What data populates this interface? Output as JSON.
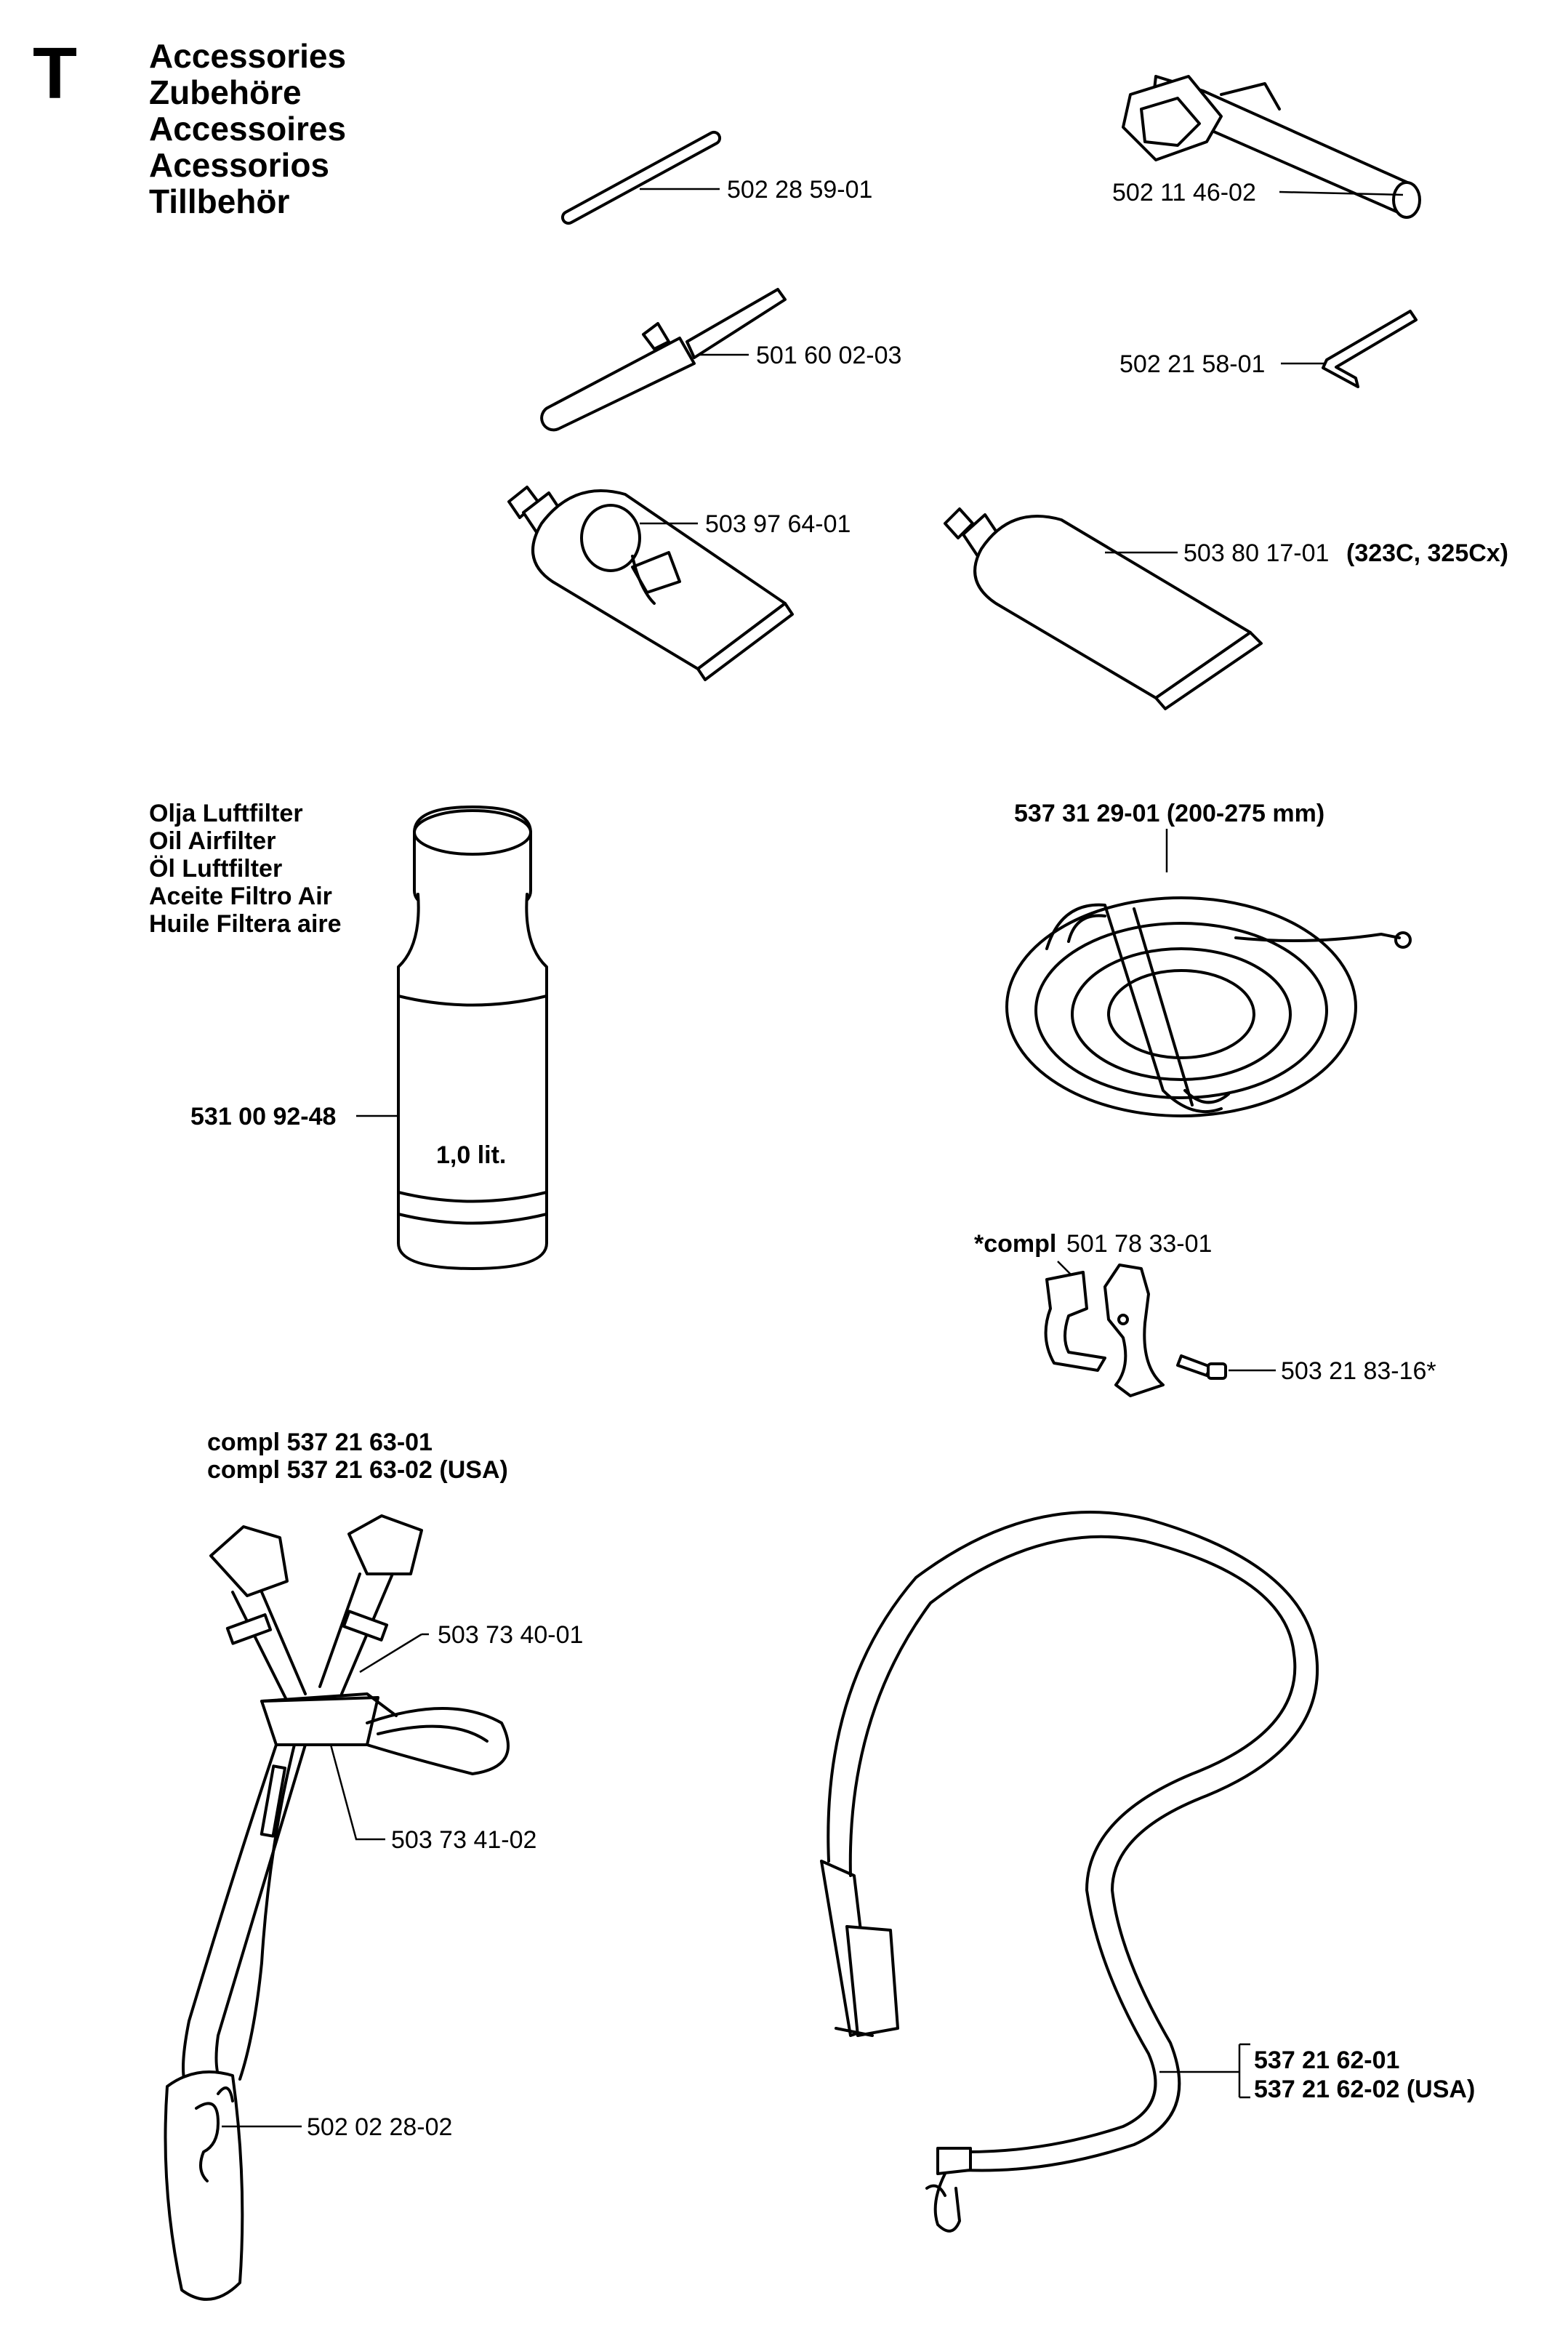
{
  "section": {
    "letter": "T",
    "titles": [
      "Accessories",
      "Zubehöre",
      "Accessoires",
      "Acessorios",
      "Tillbehör"
    ]
  },
  "parts": {
    "p1": "502 28 59-01",
    "p2": "502 11 46-02",
    "p3": "501 60 02-03",
    "p4": "502 21 58-01",
    "p5": "503 97 64-01",
    "p6": "503 80 17-01",
    "p6_note": "(323C, 325Cx)",
    "oil_names": [
      "Olja Luftfilter",
      "Oil Airfilter",
      "Öl Luftfilter",
      "Aceite Filtro Air",
      "Huile Filtera aire"
    ],
    "oil_part": "531 00 92-48",
    "oil_volume": "1,0 lit.",
    "guard": "537 31 29-01 (200-275 mm)",
    "clamp_prefix": "*compl",
    "clamp_part": "501 78 33-01",
    "screw": "503 21 83-16*",
    "harness_1": "compl 537 21 63-01",
    "harness_2": "compl 537 21 63-02 (USA)",
    "buckle_a": "503 73 40-01",
    "buckle_b": "503 73 41-02",
    "hook": "502 02 28-02",
    "strap_1": "537 21 62-01",
    "strap_2": "537 21 62-02 (USA)"
  }
}
